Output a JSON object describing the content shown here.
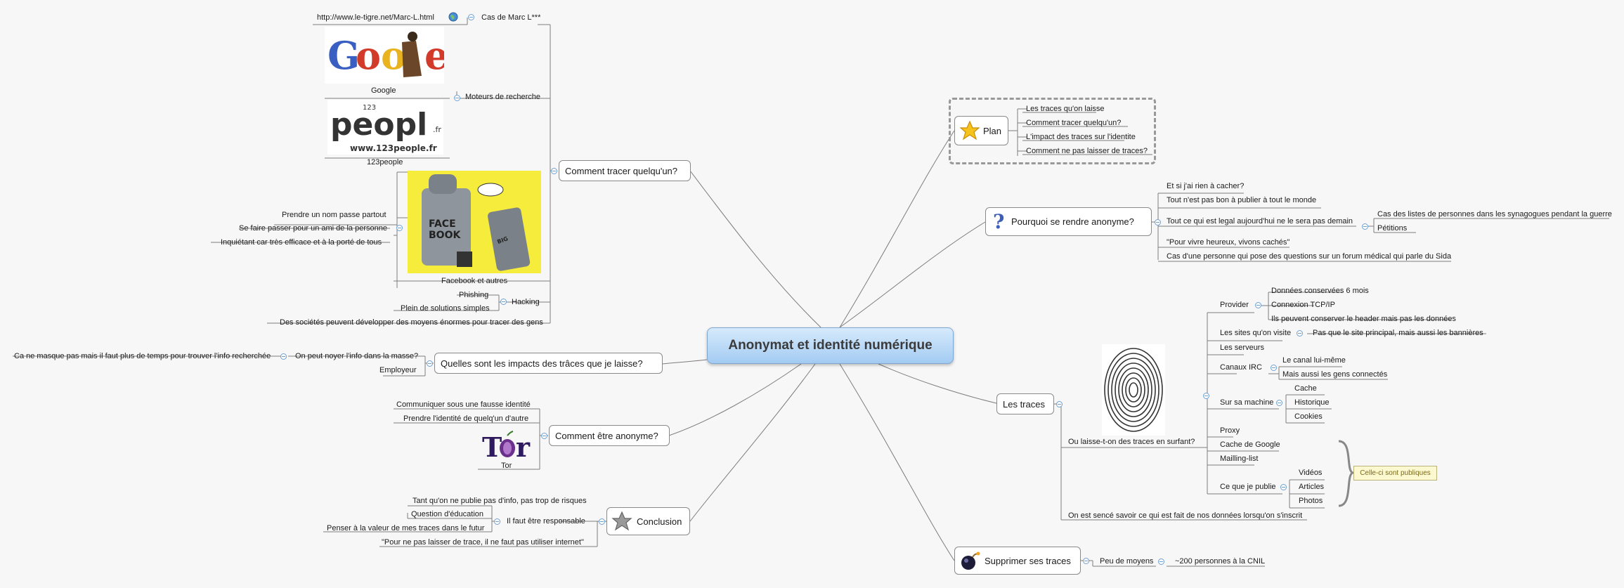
{
  "central": "Anonymat et identité numérique",
  "plan": {
    "label": "Plan",
    "items": [
      "Les traces qu'on laisse",
      "Comment tracer quelqu'un?",
      "L'impact des traces sur l'identite",
      "Comment ne pas laisser de traces?"
    ]
  },
  "pourquoi": {
    "label": "Pourquoi se rendre anonyme?",
    "items": [
      "Et si j'ai rien à cacher?",
      "Tout n'est pas bon à publier à tout le monde",
      "Tout ce qui est legal aujourd'hui ne le sera pas demain",
      "\"Pour vivre heureux, vivons cachés\"",
      "Cas d'une personne qui pose des questions sur un forum médical qui parle du Sida"
    ],
    "legal_sub": [
      "Cas des listes de personnes dans les synagogues pendant la guerre",
      "Pétitions"
    ]
  },
  "traces": {
    "label": "Les traces",
    "surfing": "Ou laisse-t-on des traces en surfant?",
    "censé": "On est sencé savoir ce qui est fait de nos données lorsqu'on s'inscrit",
    "provider": "Provider",
    "provider_items": [
      "Données conservées 6 mois",
      "Connexion TCP/IP",
      "Ils peuvent conserver le header mais pas les données"
    ],
    "sites": "Les sites qu'on visite",
    "sites_item": "Pas que le site principal, mais aussi les bannières",
    "serveurs": "Les serveurs",
    "irc": "Canaux IRC",
    "irc_items": [
      "Le canal lui-même",
      "Mais aussi les gens connectés"
    ],
    "machine": "Sur sa machine",
    "machine_items": [
      "Cache",
      "Historique",
      "Cookies"
    ],
    "proxy": "Proxy",
    "cache_google": "Cache de Google",
    "mailling": "Mailling-list",
    "publie": "Ce que je publie",
    "publie_items": [
      "Vidéos",
      "Articles",
      "Photos"
    ],
    "callout": "Celle-ci sont publiques"
  },
  "supprimer": {
    "label": "Supprimer ses traces",
    "peu": "Peu de moyens",
    "cnil": "~200 personnes à la CNIL"
  },
  "tracer": {
    "label": "Comment tracer quelqu'un?",
    "url": "http://www.le-tigre.net/Marc-L.html",
    "cas": "Cas de Marc L***",
    "moteurs": "Moteurs de recherche",
    "google": "Google",
    "people": "123people",
    "people_logo": "peopl",
    "people_fr": ".fr",
    "people_url": "www.123people.fr",
    "people_digits": "123",
    "facebook": "Facebook et autres",
    "facebook_items": [
      "Prendre un nom passe partout",
      "Se faire passer pour un ami de la personne",
      "Inquiétant car très efficace et à la porté de tous"
    ],
    "hacking": "Hacking",
    "hacking_items": [
      "Phishing",
      "Plein de solutions simples"
    ],
    "societes": "Des sociétés peuvent développer des moyens énormes pour tracer des gens"
  },
  "impacts": {
    "label": "Quelles sont les impacts des trâces que je laisse?",
    "noyer": "On peut noyer l'info dans la masse?",
    "masque": "Ca ne masque pas mais il faut plus de temps pour trouver l'info recherchée",
    "employeur": "Employeur"
  },
  "anonyme": {
    "label": "Comment être anonyme?",
    "items": [
      "Communiquer sous une fausse identité",
      "Prendre l'identité de quelq'un d'autre"
    ],
    "tor": "Tor"
  },
  "conclusion": {
    "label": "Conclusion",
    "responsable": "Il faut être responsable",
    "resp_items": [
      "Tant qu'on ne publie pas d'info, pas trop de risques",
      "Question d'éducation",
      "Penser à la valeur de mes traces dans le futur"
    ],
    "quote": "\"Pour ne pas laisser de trace, il ne faut pas utiliser internet\""
  },
  "colors": {
    "central_top": "#d6eafc",
    "central_bottom": "#a3cbf2",
    "line": "#7d7d7d",
    "callout": "#fcf8d0"
  },
  "icons": [
    "star-icon",
    "question-icon",
    "bomb-icon",
    "gray-star-icon",
    "globe-icon",
    "fingerprint-icon"
  ]
}
